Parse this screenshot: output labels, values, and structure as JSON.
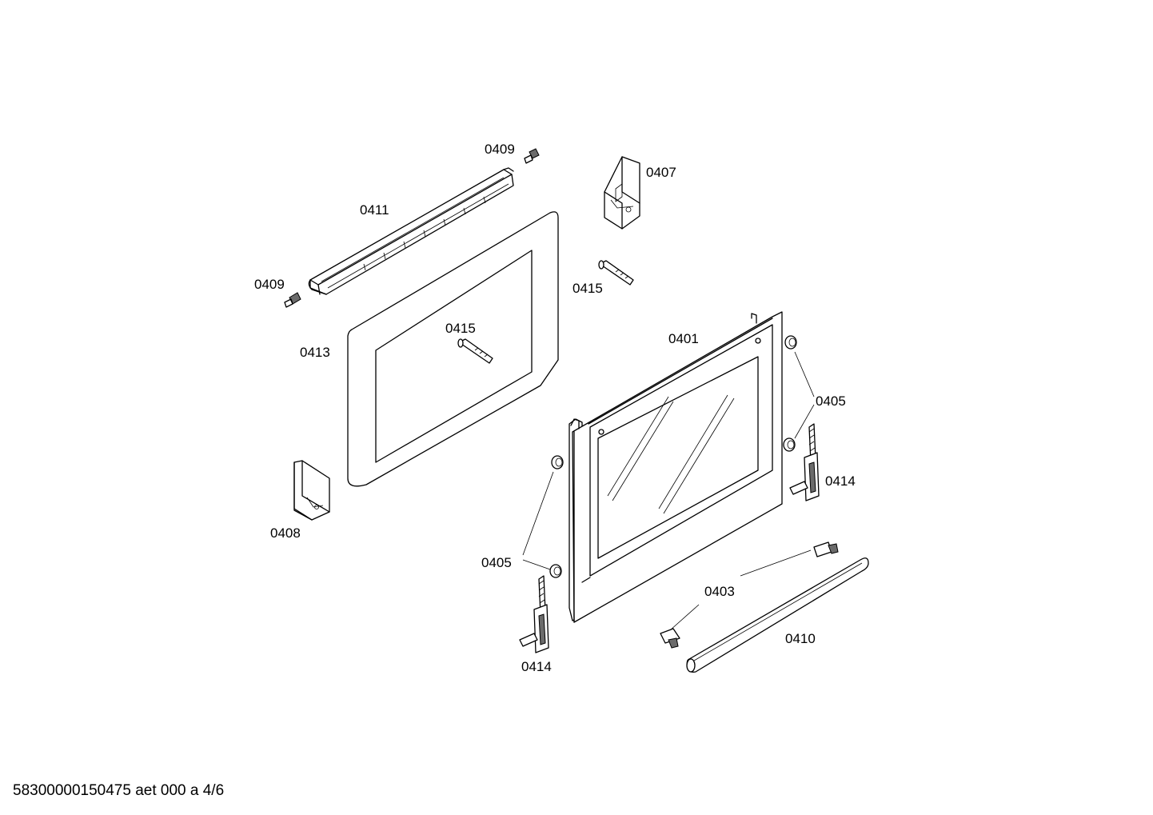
{
  "parts": {
    "p0409a": "0409",
    "p0407": "0407",
    "p0411": "0411",
    "p0409b": "0409",
    "p0415a": "0415",
    "p0415b": "0415",
    "p0413": "0413",
    "p0401": "0401",
    "p0405a": "0405",
    "p0414a": "0414",
    "p0408": "0408",
    "p0405b": "0405",
    "p0403": "0403",
    "p0410": "0410",
    "p0414b": "0414"
  },
  "footer": {
    "code": "58300000150475 aet 000 a 4/6"
  }
}
